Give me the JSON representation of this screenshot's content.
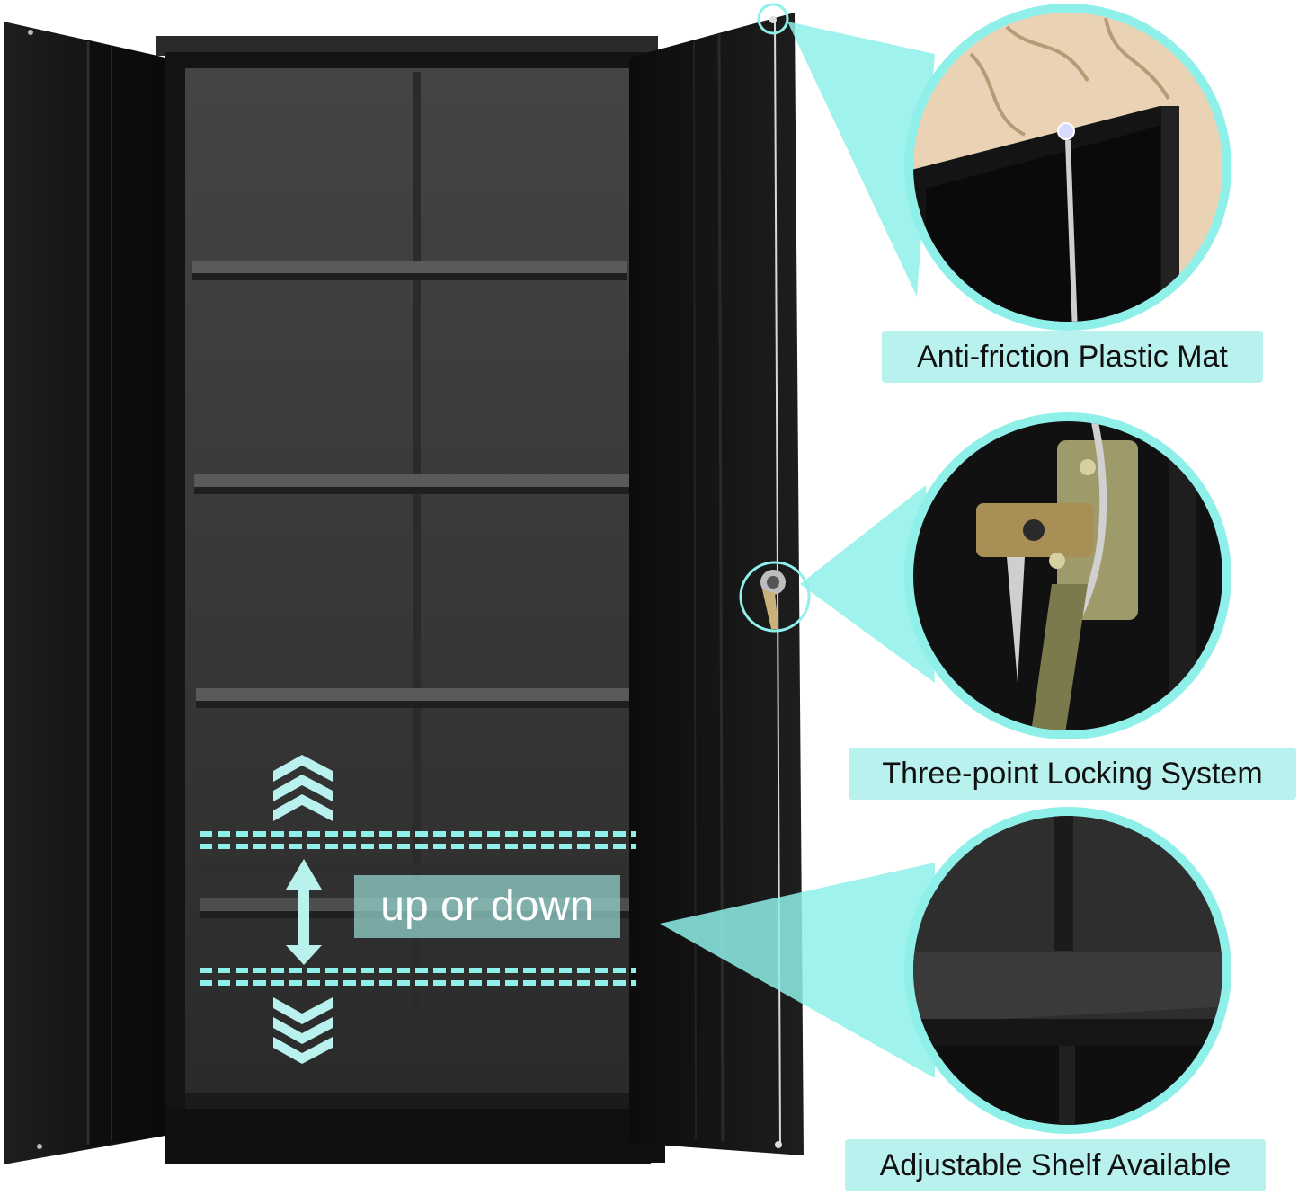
{
  "features": [
    {
      "label": "Anti-friction Plastic Mat",
      "icon": "door-top-plastic-mat-icon"
    },
    {
      "label": "Three-point Locking System",
      "icon": "lock-mechanism-icon"
    },
    {
      "label": "Adjustable Shelf Available",
      "icon": "shelf-corner-icon"
    }
  ],
  "adjust_label": "up or down",
  "colors": {
    "accent": "#8ff0ea",
    "label_bg": "#b9f1ee",
    "cabinet": "#151515",
    "cabinet_interior": "#3a3a3a"
  }
}
